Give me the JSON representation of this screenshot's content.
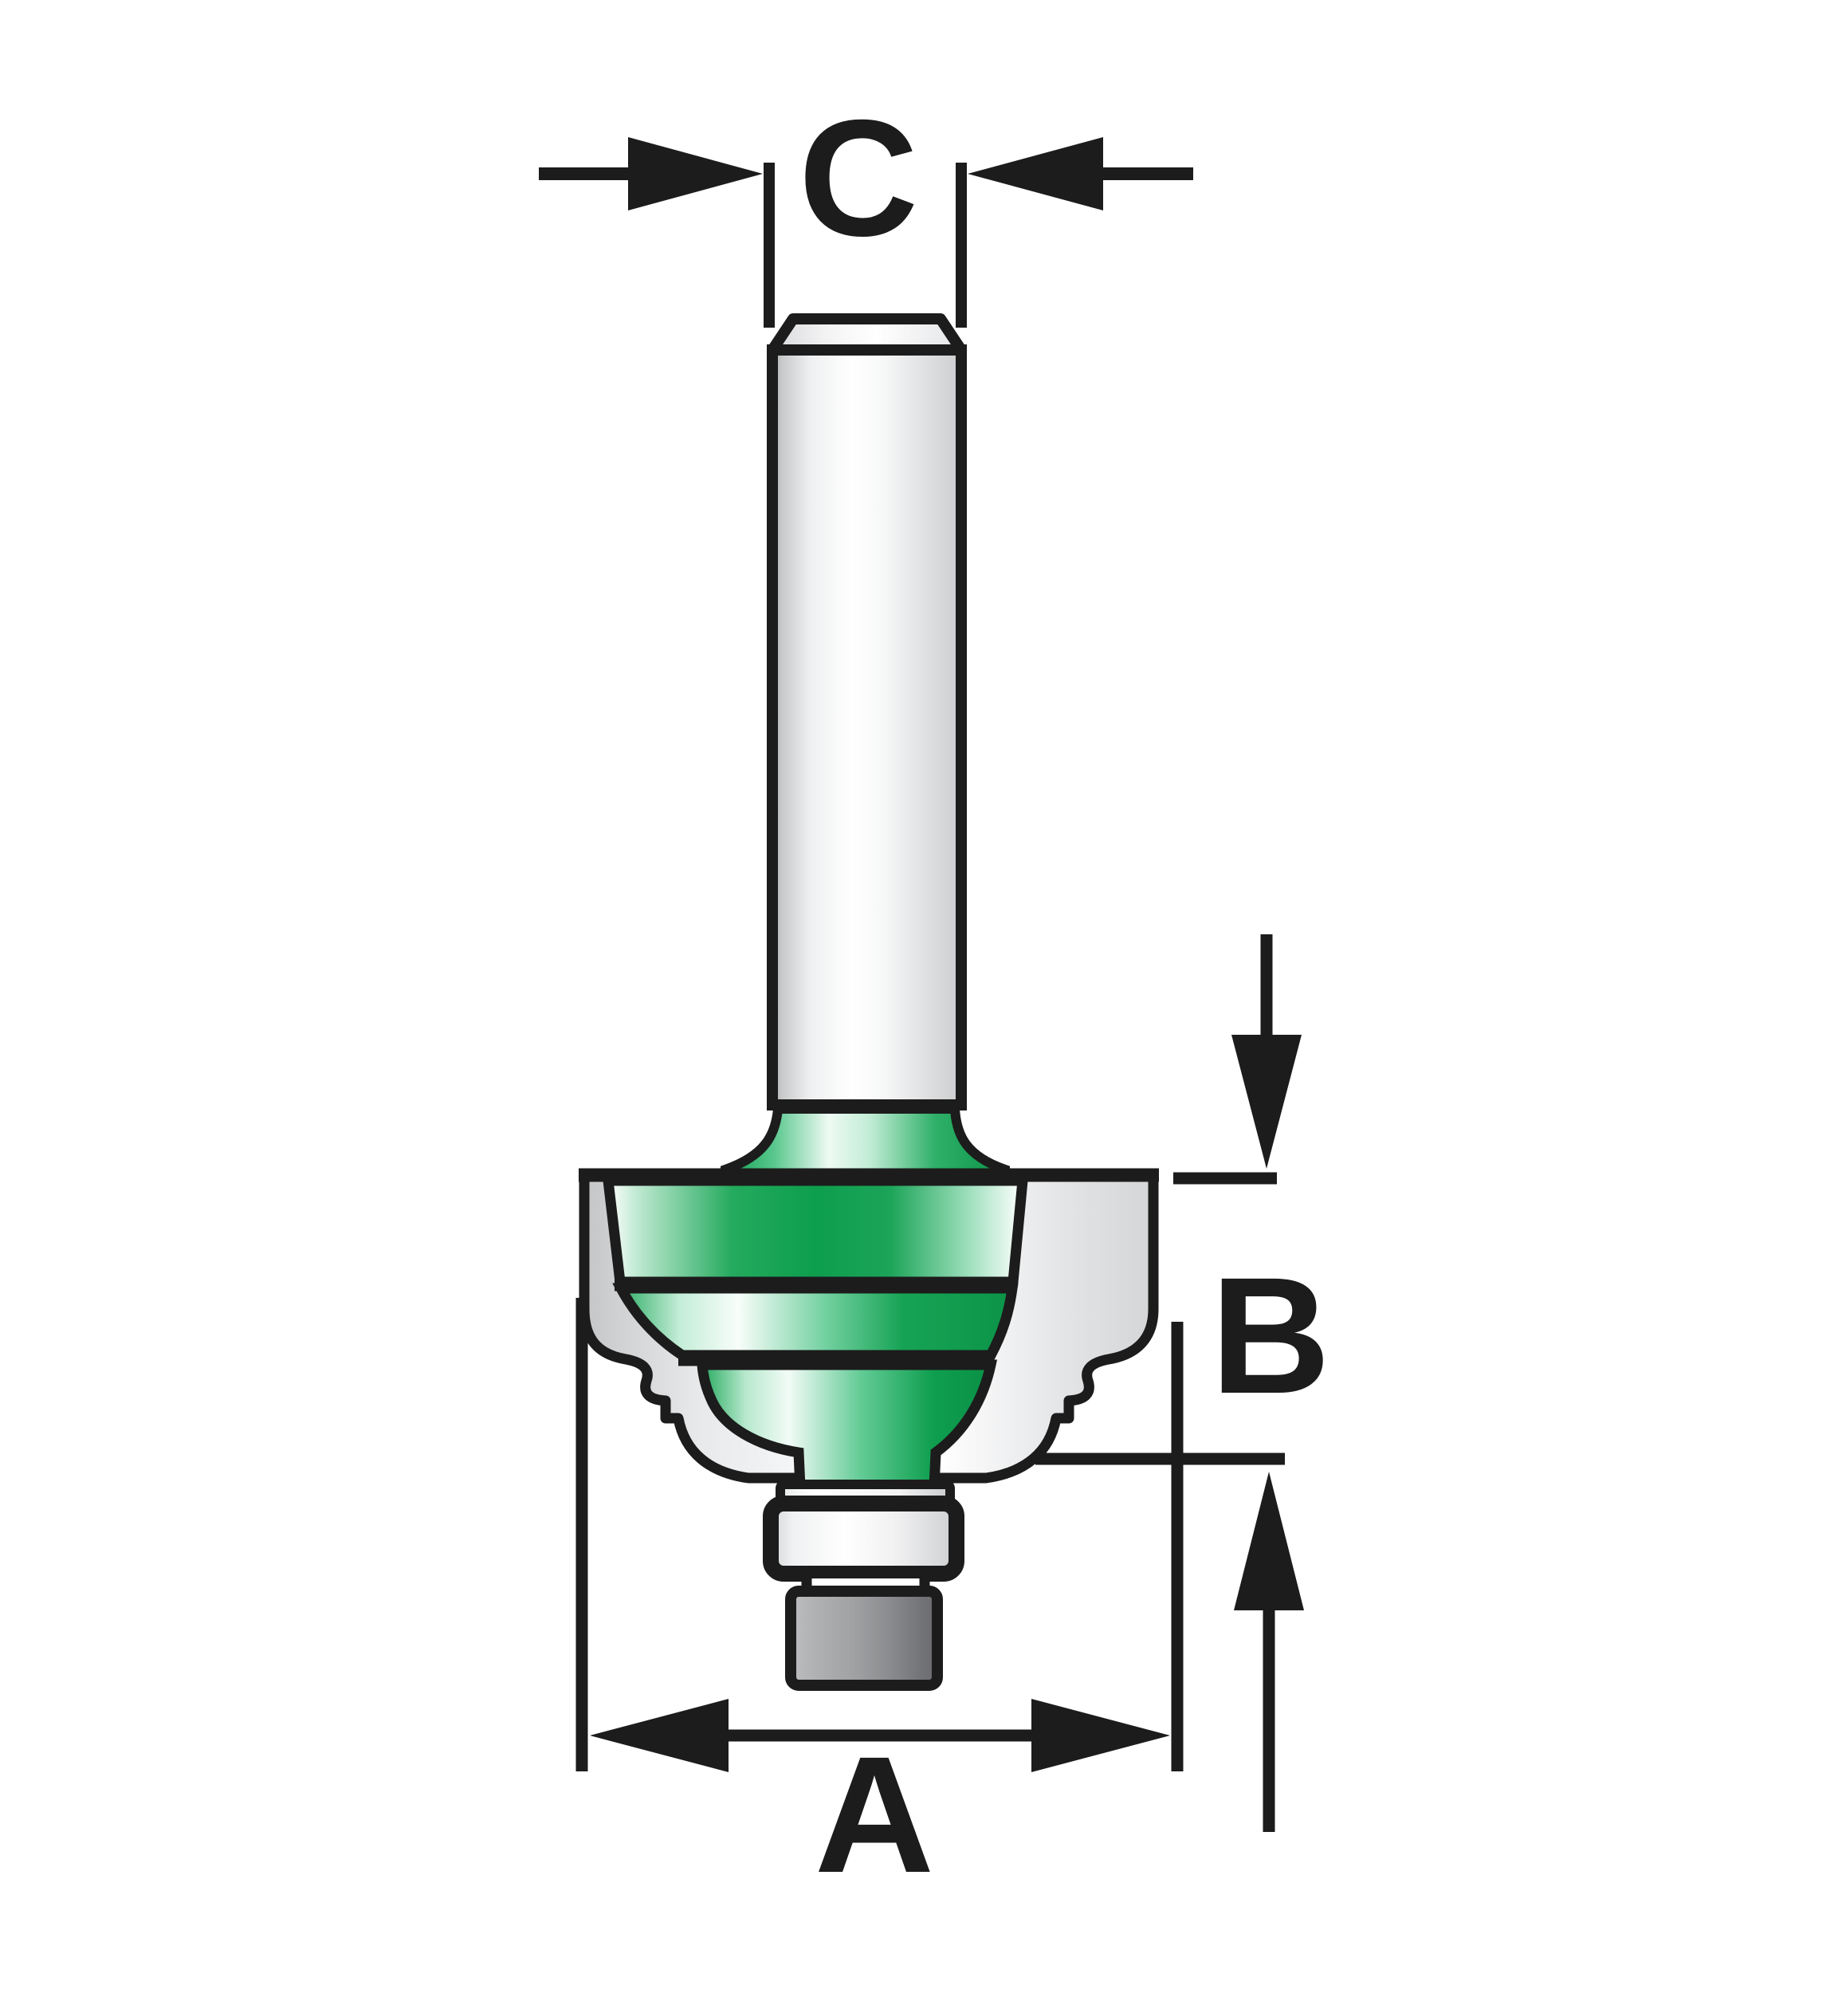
{
  "diagram": {
    "type": "technical-dimension-diagram",
    "subject": "Router bit with ball-bearing pilot",
    "dimension_labels": {
      "cutting_diameter": "A",
      "cutting_height": "B",
      "shank_diameter": "C"
    },
    "parts": {
      "shank": "shank",
      "cutting_head": "ogee cutting head",
      "cutting_edges": "carbide cutting edges",
      "pilot_bearing": "ball-bearing pilot",
      "bearing_screw": "bearing screw"
    }
  },
  "theme": {
    "ink": "#1c1c1c",
    "accent-green": "#0fa254",
    "green-highlight": "#f2fbf6",
    "steel-white": "#ffffff",
    "steel-gray": "#cfd1d3",
    "steel-dark": "#6a6b6e",
    "canvas": "#ffffff"
  }
}
